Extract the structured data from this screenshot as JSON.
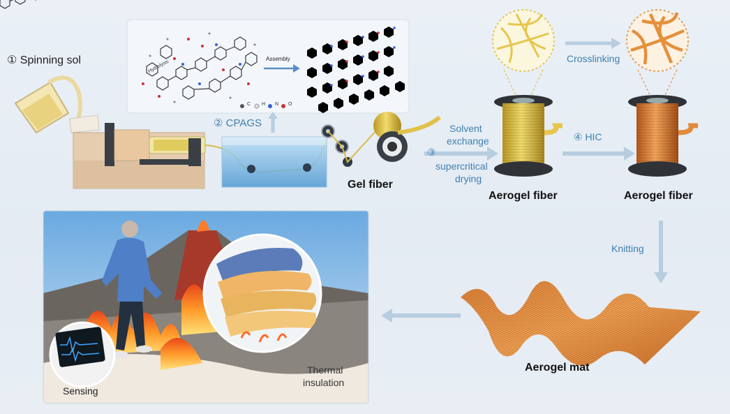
{
  "colors": {
    "background": "#e8eef4",
    "arrow": "#b7cde0",
    "blue_text": "#3f7fb0",
    "yellow_fiber": "#e0c24a",
    "orange_fiber": "#e08a3a",
    "bath_water": "#6aaedc"
  },
  "steps": {
    "spinning_sol": "① Spinning sol",
    "cpags": "② CPAGS",
    "solvent_exchange_num": "③",
    "solvent_exchange_line1": "Solvent",
    "solvent_exchange_line2": "exchange",
    "supercritical_line1": "supercritical",
    "supercritical_line2": "drying",
    "hic": "④ HIC",
    "crosslinking": "Crosslinking",
    "knitting": "Knitting"
  },
  "molecule_panel": {
    "hydrolysis": "Hydrolysis",
    "assembly": "Assembly",
    "legend": [
      "C",
      "H",
      "N",
      "O"
    ]
  },
  "products": {
    "gel_fiber": "Gel fiber",
    "aerogel_fiber_1": "Aerogel fiber",
    "aerogel_fiber_2": "Aerogel fiber",
    "aerogel_mat": "Aerogel mat"
  },
  "applications": {
    "sensing": "Sensing",
    "thermal_line1": "Thermal",
    "thermal_line2": "insulation"
  }
}
